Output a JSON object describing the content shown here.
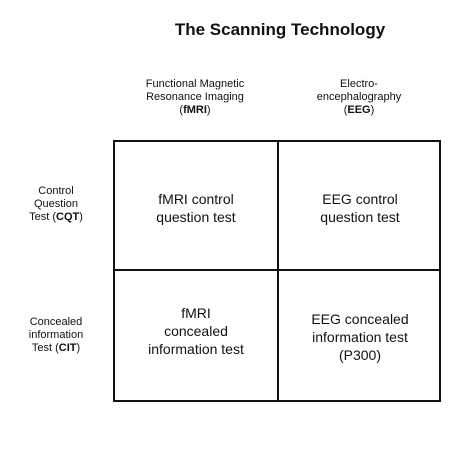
{
  "title": "The Scanning Technology",
  "columns": [
    {
      "lines": [
        "Functional Magnetic",
        "Resonance Imaging"
      ],
      "abbr_prefix": "(",
      "abbr": "fMRI",
      "abbr_suffix": ")"
    },
    {
      "lines": [
        "Electro-",
        "encephalography"
      ],
      "abbr_prefix": "(",
      "abbr": "EEG",
      "abbr_suffix": ")"
    }
  ],
  "rows": [
    {
      "lines": [
        "Control",
        "Question"
      ],
      "last_line_prefix": "Test (",
      "abbr": "CQT",
      "abbr_suffix": ")"
    },
    {
      "lines": [
        "Concealed",
        "information"
      ],
      "last_line_prefix": "Test (",
      "abbr": "CIT",
      "abbr_suffix": ")"
    }
  ],
  "cells": {
    "fmri_cqt": [
      "fMRI control",
      "question test"
    ],
    "eeg_cqt": [
      "EEG control",
      "question test"
    ],
    "fmri_cit": [
      "fMRI",
      "concealed",
      "information test"
    ],
    "eeg_cit": [
      "EEG concealed",
      "information test",
      "(P300)"
    ]
  }
}
